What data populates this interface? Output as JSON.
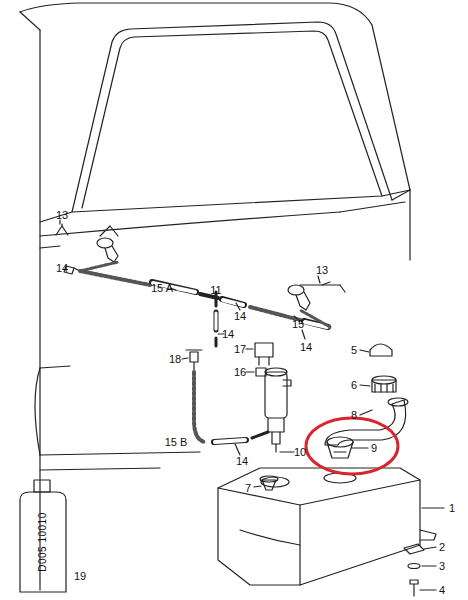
{
  "diagram": {
    "labels": [
      "13",
      "13",
      "14",
      "15 A",
      "11",
      "14",
      "15",
      "14",
      "14",
      "18",
      "17",
      "16",
      "5",
      "6",
      "8",
      "15 B",
      "10",
      "9",
      "14",
      "7",
      "1",
      "2",
      "3",
      "4",
      "19",
      "D005 10010"
    ]
  }
}
